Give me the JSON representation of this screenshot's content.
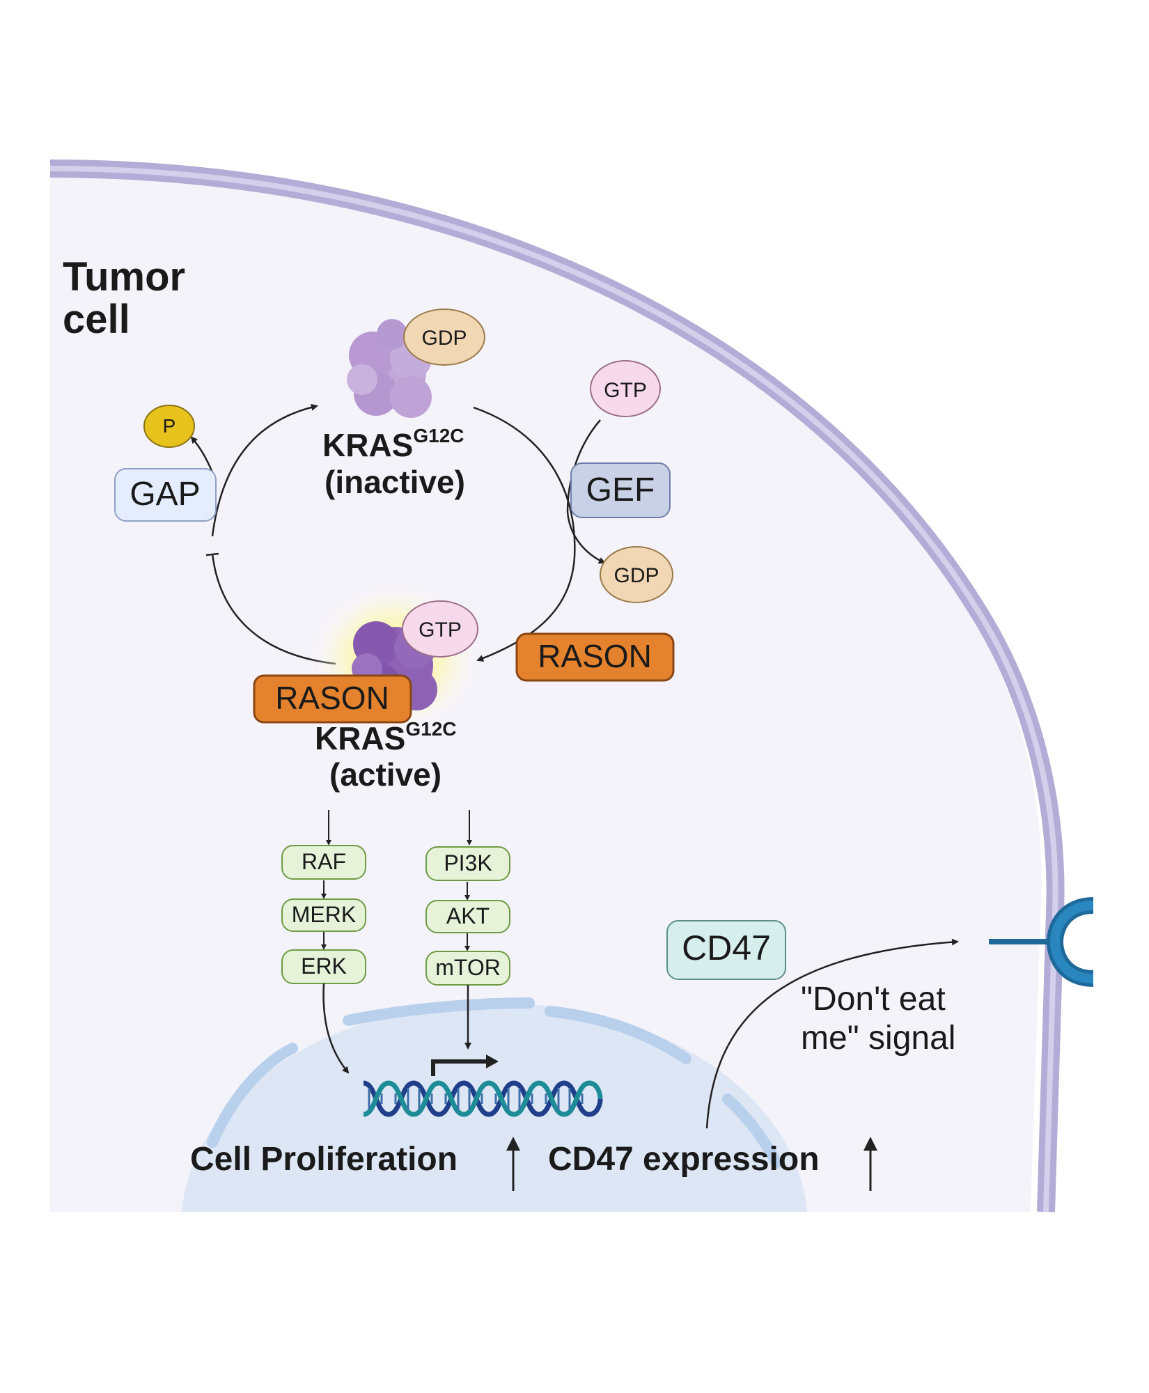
{
  "cell": {
    "title_line1": "Tumor",
    "title_line2": "cell"
  },
  "kras_inactive": {
    "name": "KRAS",
    "superscript": "G12C",
    "state": "(inactive)",
    "bound": "GDP"
  },
  "kras_active": {
    "name": "KRAS",
    "superscript": "G12C",
    "state": "(active)",
    "bound": "GTP"
  },
  "gap": {
    "label": "GAP",
    "phosphate": "P"
  },
  "gef": {
    "label": "GEF",
    "input": "GTP",
    "output": "GDP"
  },
  "rason": {
    "label_bound": "RASON",
    "label_free": "RASON"
  },
  "pathway_mapk": [
    "RAF",
    "MERK",
    "ERK"
  ],
  "pathway_pi3k": [
    "PI3K",
    "AKT",
    "mTOR"
  ],
  "outcomes": {
    "proliferation": "Cell Proliferation",
    "cd47_expression": "CD47 expression",
    "arrow": "↑"
  },
  "cd47": {
    "label": "CD47",
    "signal_line1": "\"Don't eat",
    "signal_line2": "me\" signal"
  },
  "colors": {
    "membrane": "#b3acd6",
    "cytoplasm": "#f5f3fa",
    "nucleus": "#dde6f5",
    "rason": "#e5822e",
    "pathway_box": "#e6f3d8",
    "gdp": "#f1d7b4",
    "gtp": "#f6d9ea",
    "cd47_box": "#d6eeec",
    "receptor": "#1d6a9a"
  }
}
